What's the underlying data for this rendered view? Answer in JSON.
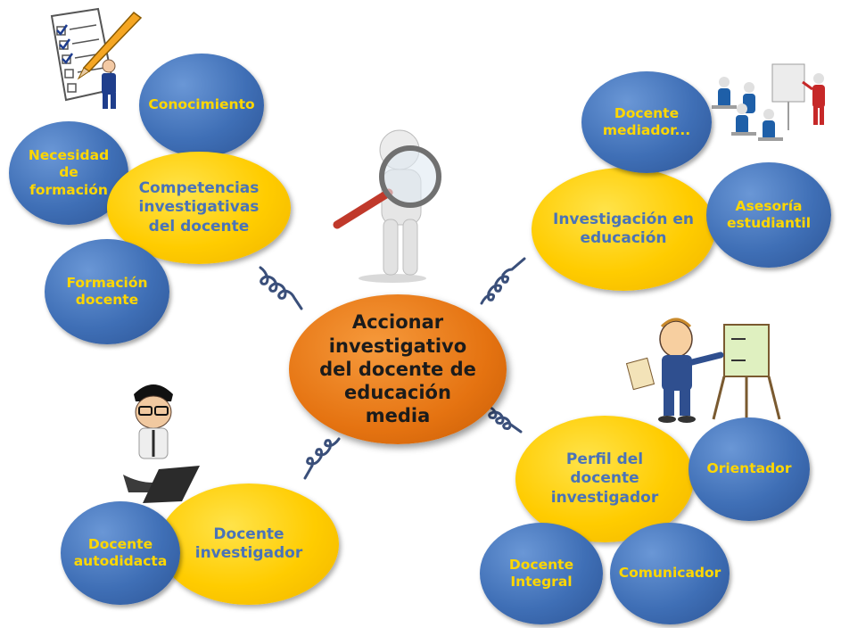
{
  "center": {
    "lines": [
      "Accionar",
      "investigativo",
      "del docente de",
      "educación",
      "media"
    ]
  },
  "clusters": {
    "competencias": {
      "main": [
        "Competencias",
        "investigativas",
        "del docente"
      ],
      "sub": {
        "conocimiento": [
          "Conocimiento"
        ],
        "necesidad": [
          "Necesidad",
          "de",
          "formación"
        ],
        "formacion": [
          "Formación",
          "docente"
        ]
      }
    },
    "investigacion": {
      "main": [
        "Investigación en",
        "educación"
      ],
      "sub": {
        "mediador": [
          "Docente",
          "mediador..."
        ],
        "asesoria": [
          "Asesoría",
          "estudiantil"
        ]
      }
    },
    "investigador": {
      "main": [
        "Docente",
        "investigador"
      ],
      "sub": {
        "autodidacta": [
          "Docente",
          "autodidacta"
        ]
      }
    },
    "perfil": {
      "main": [
        "Perfil del",
        "docente",
        "investigador"
      ],
      "sub": {
        "orientador": [
          "Orientador"
        ],
        "integral": [
          "Docente",
          "Integral"
        ],
        "comunicador": [
          "Comunicador"
        ]
      }
    }
  },
  "colors": {
    "blue_node": "#3f6fb6",
    "blue_text": "#ffd700",
    "yellow_node": "#ffcc00",
    "yellow_text": "#4a73b8",
    "center_node": "#e57311",
    "connector": "#3a4f7a"
  },
  "icons": [
    "checklist-pencil-icon",
    "magnifier-figure-icon",
    "classroom-presentation-icon",
    "presenter-board-icon",
    "student-laptop-icon"
  ]
}
